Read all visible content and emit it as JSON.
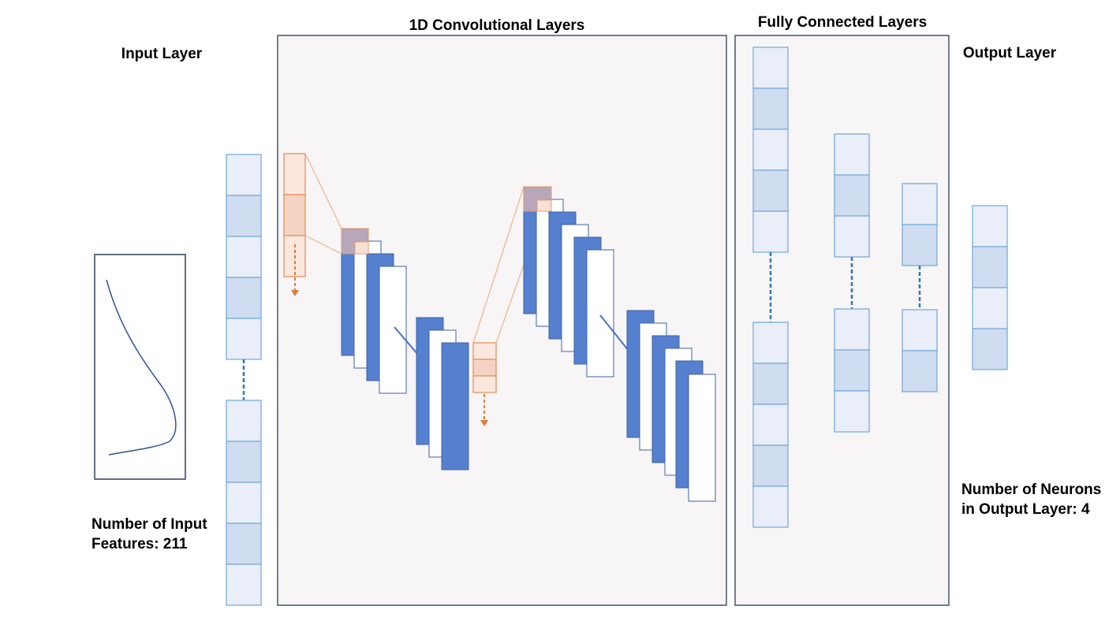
{
  "labels": {
    "conv_title": "1D Convolutional Layers",
    "fc_title": "Fully Connected Layers",
    "input_title": "Input Layer",
    "output_title": "Output Layer",
    "input_note_line1": "Number of Input",
    "input_note_line2": "Features: 211",
    "output_note_line1": "Number of Neurons",
    "output_note_line2": "in Output Layer: 4"
  },
  "colors": {
    "panel_fill": "#f7f5f6",
    "panel_stroke": "#44546a",
    "cell_light": "#e9eef8",
    "cell_dark": "#d0dcef",
    "cell_stroke": "#6fa8dc",
    "feature_map_blue": "#5580d0",
    "feature_map_stroke": "#3f62a8",
    "kernel_fill": "#f9e0d6",
    "kernel_dark": "#f2cdbd",
    "kernel_stroke": "#e39460",
    "overlap_fill": "#b7a7b8",
    "curve_stroke": "#2f5597"
  }
}
